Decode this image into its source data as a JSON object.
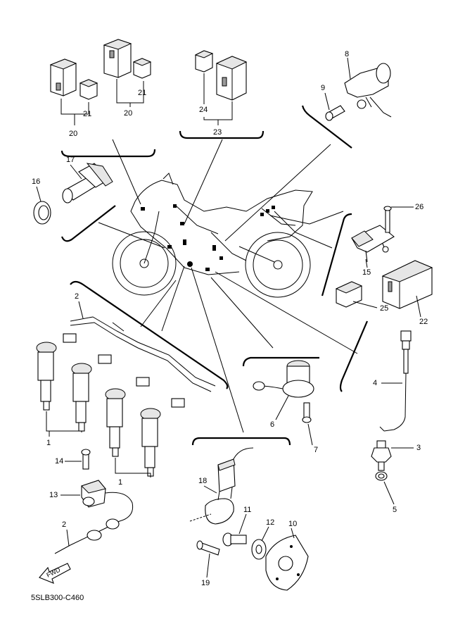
{
  "drawing_code": "5SLB300-C460",
  "fwd_label": "FWD",
  "labels": {
    "p1a": "1",
    "p1b": "1",
    "p2a": "2",
    "p2b": "2",
    "p3": "3",
    "p4": "4",
    "p5": "5",
    "p6": "6",
    "p7": "7",
    "p8": "8",
    "p9": "9",
    "p10": "10",
    "p11": "11",
    "p12": "12",
    "p13": "13",
    "p14": "14",
    "p15": "15",
    "p16": "16",
    "p17": "17",
    "p18": "18",
    "p19": "19",
    "p20a": "20",
    "p20b": "20",
    "p21a": "21",
    "p21b": "21",
    "p22": "22",
    "p23": "23",
    "p24": "24",
    "p25": "25",
    "p26": "26"
  }
}
